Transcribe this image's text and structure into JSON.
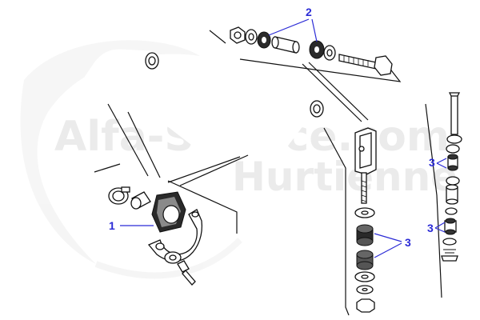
{
  "watermark": {
    "line1": "Alfa-Service.com",
    "line2": "Hurtienne"
  },
  "callouts": {
    "c1": "1",
    "c2": "2",
    "c3a": "3",
    "c3b": "3",
    "c3c": "3"
  },
  "colors": {
    "callout": "#2b2bd6",
    "watermark": "#ebebeb",
    "line": "#111111"
  }
}
